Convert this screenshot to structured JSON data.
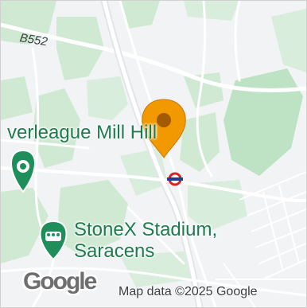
{
  "map": {
    "road_label": "B552",
    "poi_millhill": "verleague Mill Hill",
    "poi_stonex_line1": "StoneX Stadium,",
    "poi_stonex_line2": "Saracens",
    "attribution": "Map data ©2025 Google",
    "logo": "Google"
  },
  "icons": {
    "marker": "location-pin-icon",
    "station": "underground-station-icon",
    "stadium": "stadium-icon",
    "poi": "poi-pin-icon"
  },
  "colors": {
    "park": "#cfe9d3",
    "park_dark": "#bde2c4",
    "land": "#f1f3f4",
    "road": "#ffffff",
    "road_major": "#e6e8ea",
    "poi_green": "#1e8e5a",
    "marker_orange": "#f29900",
    "marker_center": "#a35a00",
    "underground_red": "#dc241f",
    "underground_blue": "#1c3f94"
  }
}
